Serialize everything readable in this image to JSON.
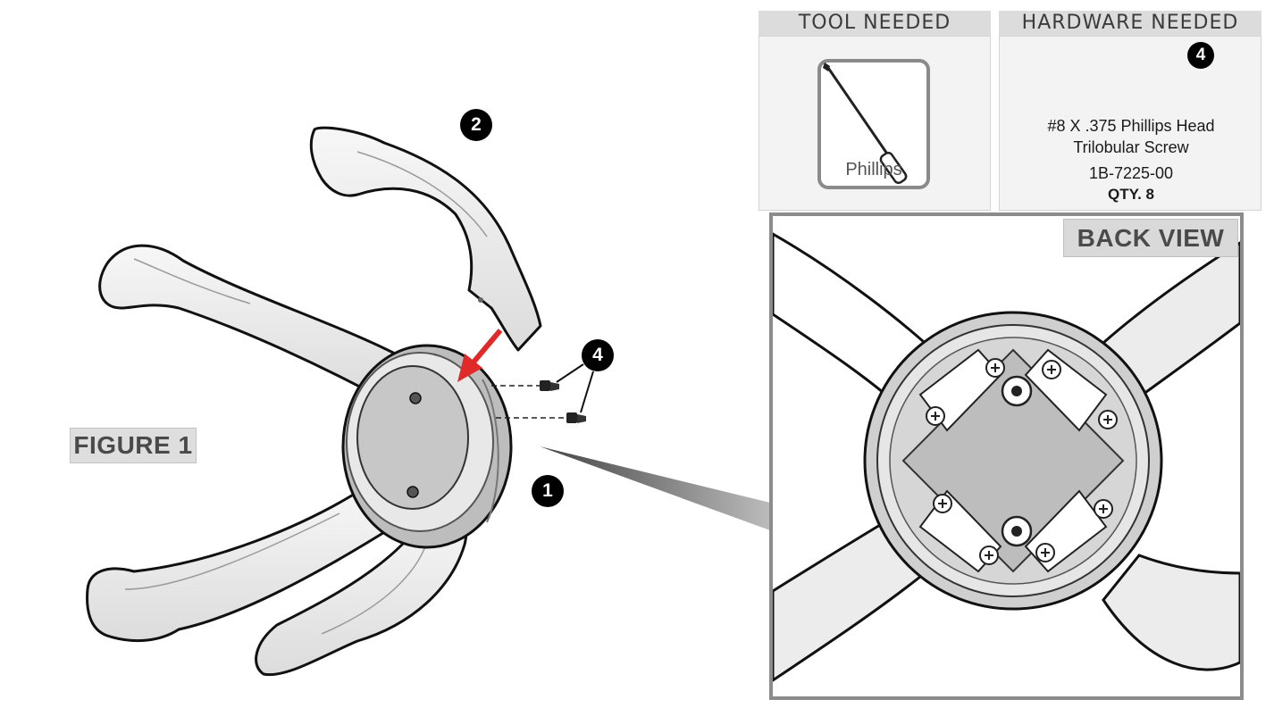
{
  "figure": {
    "label": "FIGURE 1"
  },
  "tool_panel": {
    "header": "TOOL NEEDED",
    "tool_label": "Phillips",
    "icon": "phillips-screwdriver-icon"
  },
  "hardware_panel": {
    "header": "HARDWARE NEEDED",
    "callout": "4",
    "description_line1": "#8 X .375 Phillips Head",
    "description_line2": "Trilobular Screw",
    "part_number": "1B-7225-00",
    "quantity": "QTY. 8",
    "icon": "screw-icon"
  },
  "callouts": {
    "part1": "1",
    "part2": "2",
    "part4": "4"
  },
  "back_view": {
    "label": "BACK VIEW"
  },
  "colors": {
    "panel_header": "#dcdcdc",
    "arrow": "#e02a2a",
    "part_fill": "#ececec",
    "hub_fill": "#c9c9c9",
    "outline": "#111111"
  }
}
